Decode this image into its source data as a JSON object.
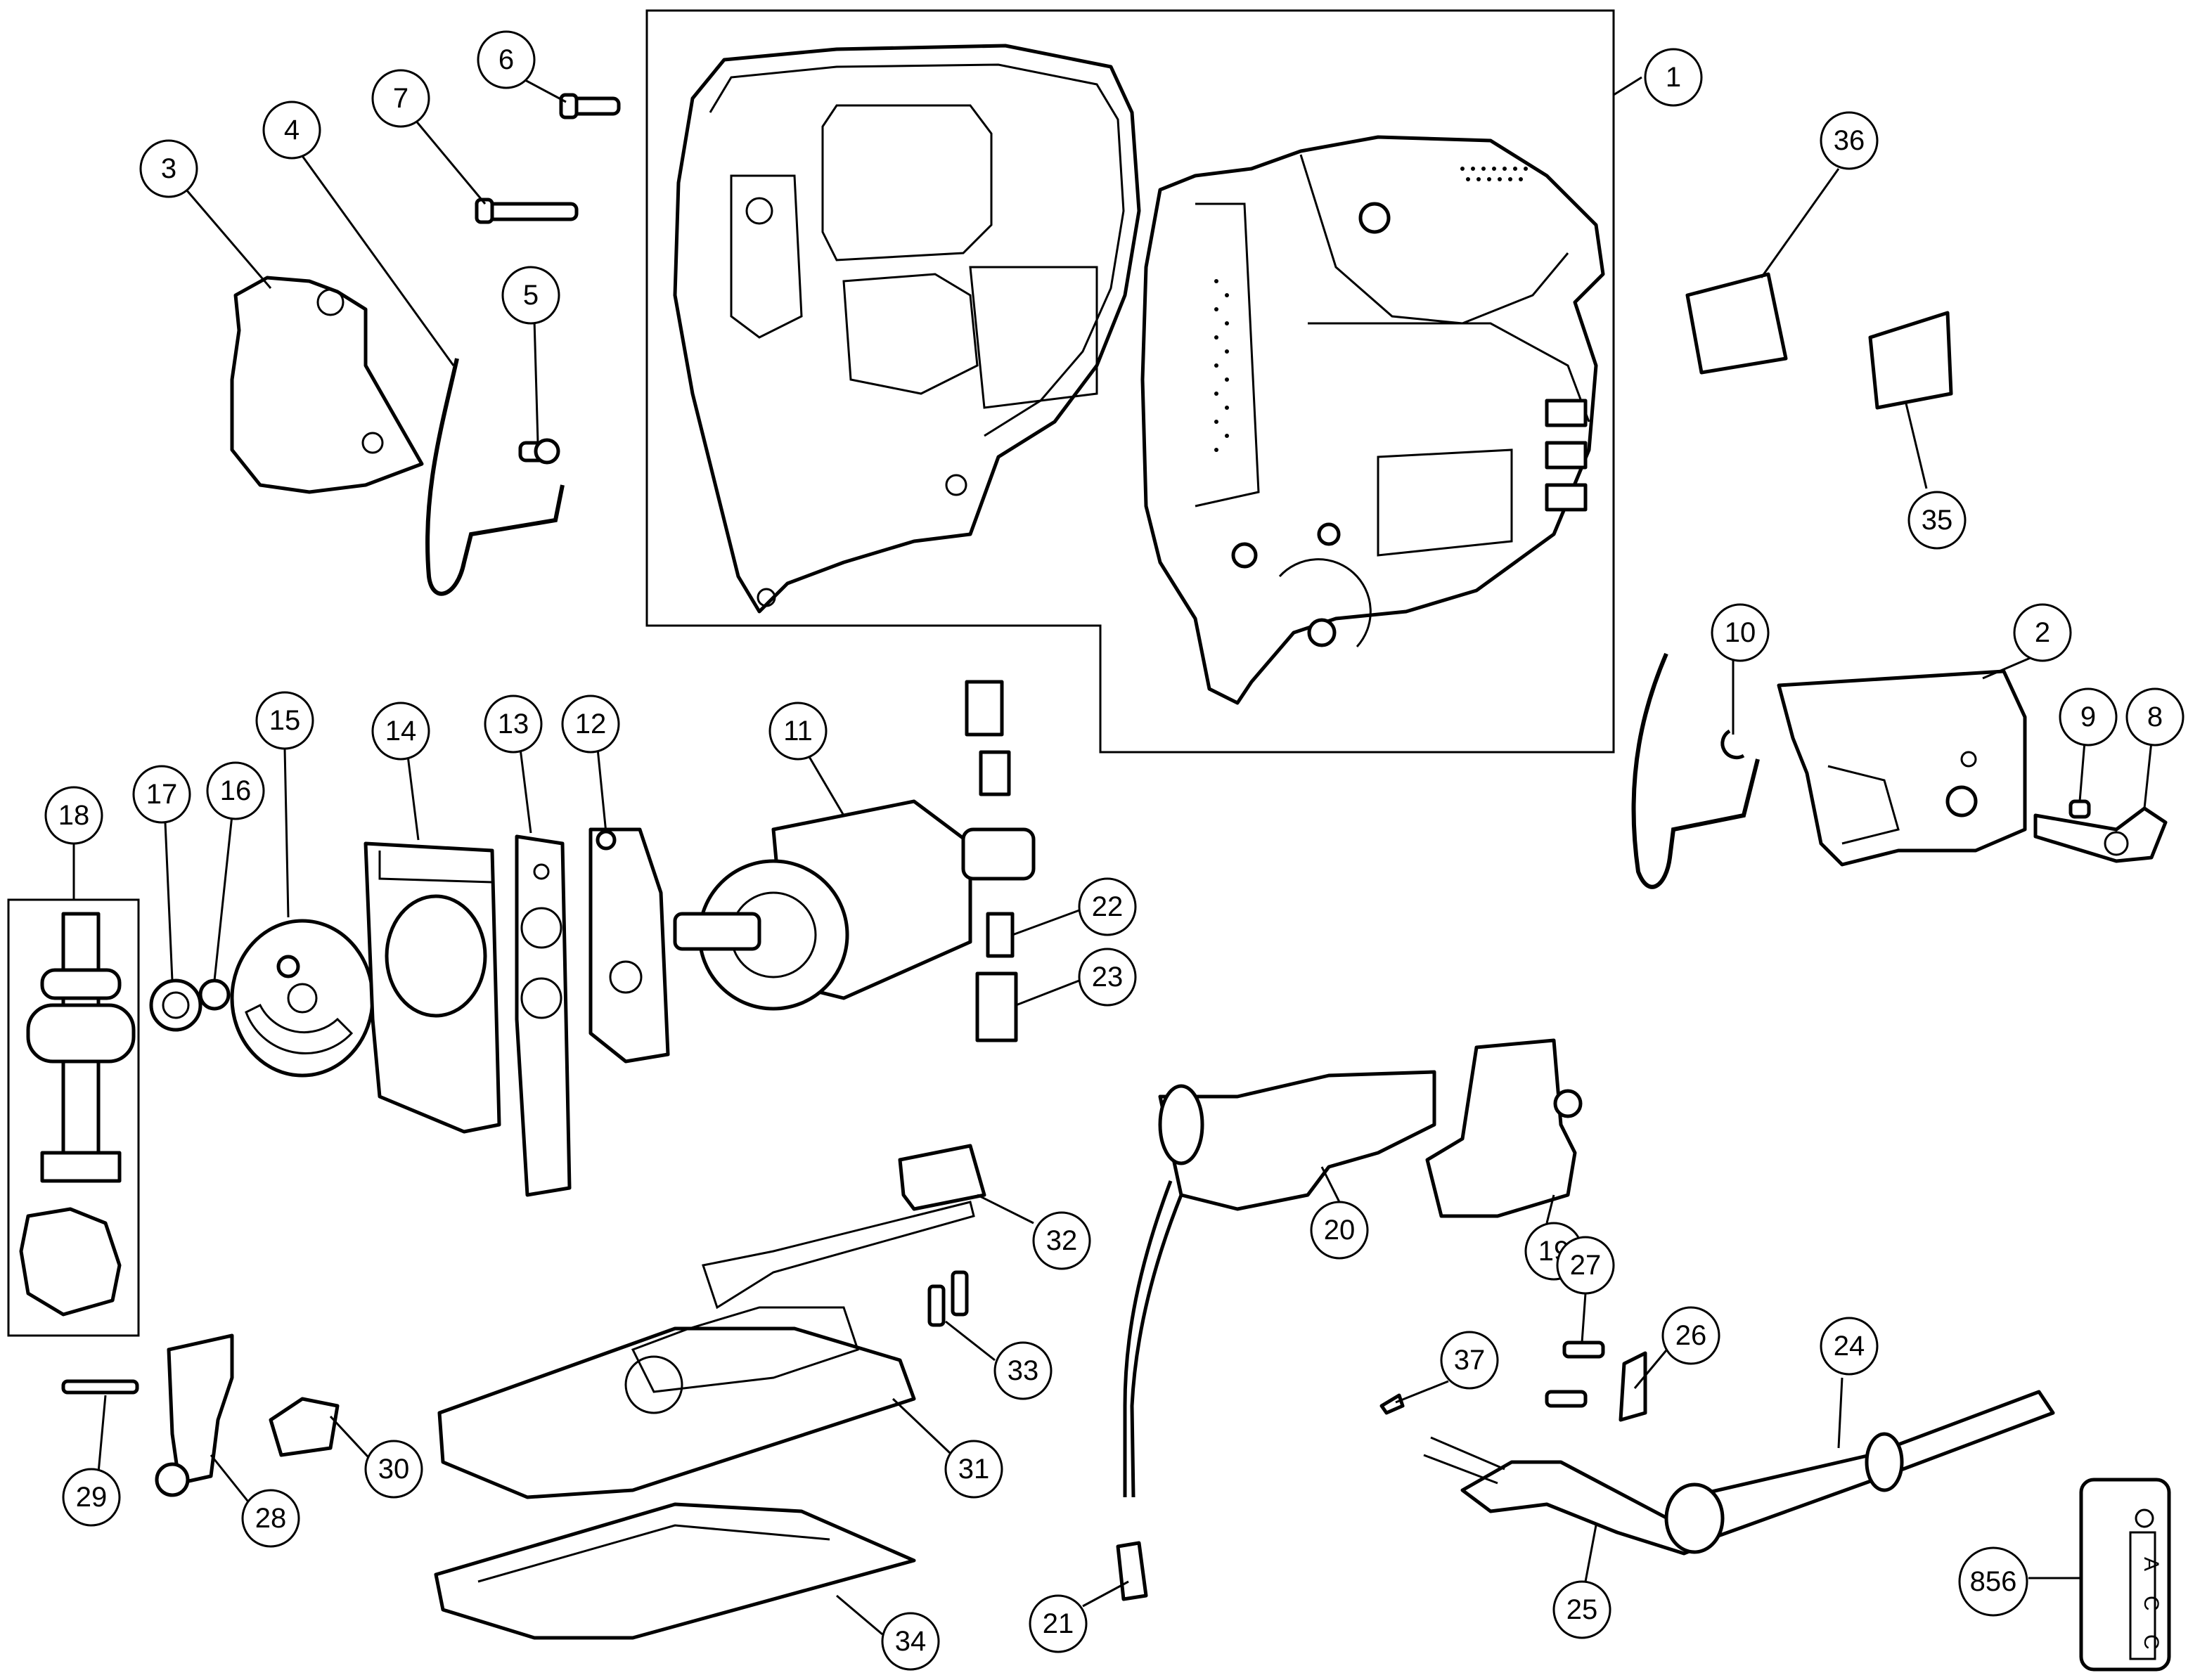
{
  "callouts": [
    {
      "id": "1",
      "label": "1"
    },
    {
      "id": "2",
      "label": "2"
    },
    {
      "id": "3",
      "label": "3"
    },
    {
      "id": "4",
      "label": "4"
    },
    {
      "id": "5",
      "label": "5"
    },
    {
      "id": "6",
      "label": "6"
    },
    {
      "id": "7",
      "label": "7"
    },
    {
      "id": "8",
      "label": "8"
    },
    {
      "id": "9",
      "label": "9"
    },
    {
      "id": "10",
      "label": "10"
    },
    {
      "id": "11",
      "label": "11"
    },
    {
      "id": "12",
      "label": "12"
    },
    {
      "id": "13",
      "label": "13"
    },
    {
      "id": "14",
      "label": "14"
    },
    {
      "id": "15",
      "label": "15"
    },
    {
      "id": "16",
      "label": "16"
    },
    {
      "id": "17",
      "label": "17"
    },
    {
      "id": "18",
      "label": "18"
    },
    {
      "id": "19",
      "label": "19"
    },
    {
      "id": "20",
      "label": "20"
    },
    {
      "id": "21",
      "label": "21"
    },
    {
      "id": "22",
      "label": "22"
    },
    {
      "id": "23",
      "label": "23"
    },
    {
      "id": "24",
      "label": "24"
    },
    {
      "id": "25",
      "label": "25"
    },
    {
      "id": "26",
      "label": "26"
    },
    {
      "id": "27",
      "label": "27"
    },
    {
      "id": "28",
      "label": "28"
    },
    {
      "id": "29",
      "label": "29"
    },
    {
      "id": "30",
      "label": "30"
    },
    {
      "id": "31",
      "label": "31"
    },
    {
      "id": "32",
      "label": "32"
    },
    {
      "id": "33",
      "label": "33"
    },
    {
      "id": "34",
      "label": "34"
    },
    {
      "id": "35",
      "label": "35"
    },
    {
      "id": "36",
      "label": "36"
    },
    {
      "id": "37",
      "label": "37"
    },
    {
      "id": "856",
      "label": "856"
    }
  ],
  "acc_label": {
    "line1": "A",
    "line2": "C",
    "line3": "C"
  }
}
